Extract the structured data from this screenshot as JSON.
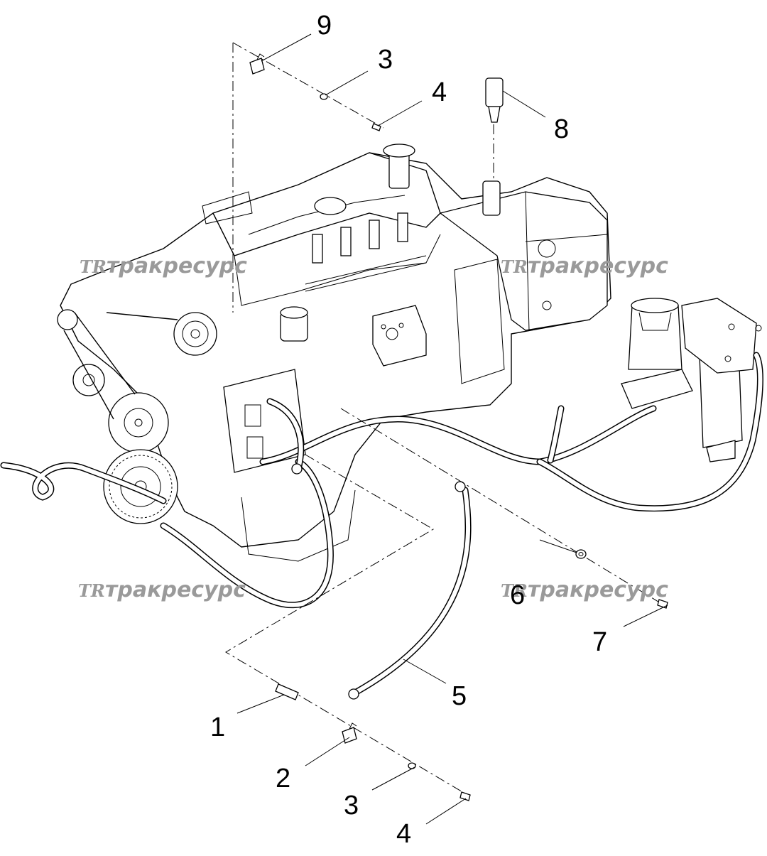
{
  "callouts": {
    "c1": "1",
    "c2": "2",
    "c3a": "3",
    "c3b": "3",
    "c4a": "4",
    "c4b": "4",
    "c5": "5",
    "c6": "6",
    "c7": "7",
    "c8": "8",
    "c9": "9"
  },
  "watermark": {
    "logo": "TR",
    "text": "тракресурс"
  },
  "colors": {
    "watermark": "#9a9a9a",
    "line": "#000000",
    "background": "#ffffff"
  }
}
